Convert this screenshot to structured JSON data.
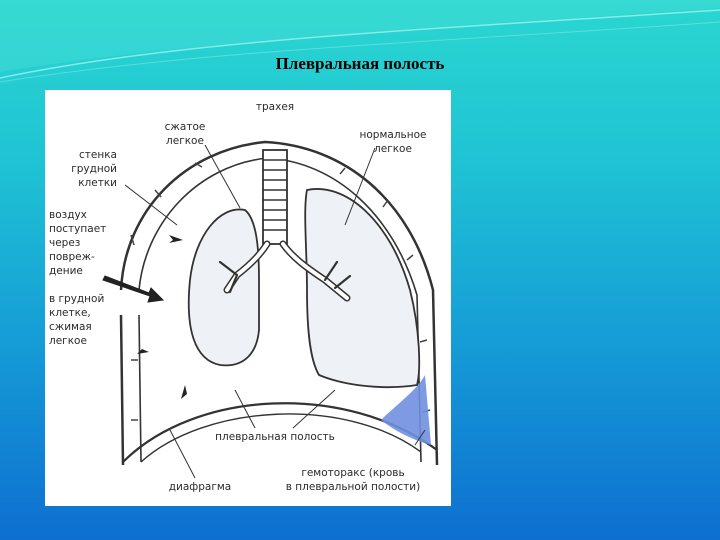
{
  "slide": {
    "title": "Плевральная полость"
  },
  "diagram": {
    "labels": {
      "trachea": "трахея",
      "compressed_lung": [
        "сжатое",
        "легкое"
      ],
      "normal_lung": [
        "нормальное",
        "легкое"
      ],
      "chest_wall": [
        "стенка",
        "грудной",
        "клетки"
      ],
      "air_entry": [
        "воздух",
        "поступает",
        "через",
        "повреж-",
        "дение",
        "в грудной",
        "клетке,",
        "сжимая",
        "легкое"
      ],
      "pleural_cavity": "плевральная полость",
      "diaphragm": "диафрагма",
      "hemothorax": [
        "гемоторакс (кровь",
        "в плевральной полости)"
      ]
    },
    "colors": {
      "blood": "#6f8fe0",
      "lung_fill": "#eef1f6",
      "outline": "#333333"
    }
  }
}
